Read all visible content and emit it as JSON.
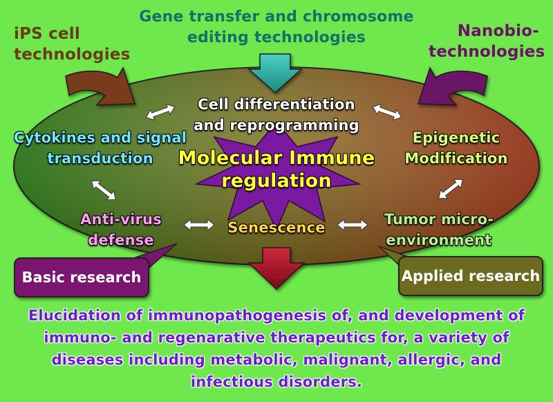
{
  "top_sources": {
    "gene_transfer": {
      "line1": "Gene transfer and chromosome",
      "line2": "editing technologies",
      "color": "#1a6e6a"
    },
    "ips": {
      "line1": "iPS cell",
      "line2": "technologies",
      "color": "#6b3a1a"
    },
    "nanobio": {
      "line1": "Nanobio-",
      "line2": "technologies",
      "color": "#6a1266"
    }
  },
  "ellipse_topics": {
    "cell_differentiation": {
      "line1": "Cell differentiation",
      "line2": "and reprogramming",
      "color": "#ffffff"
    },
    "cytokines": {
      "line1": "Cytokines and signal",
      "line2": "transduction",
      "color": "#6ce8ff"
    },
    "epigenetic": {
      "line1": "Epigenetic",
      "line2": "Modification",
      "color": "#d8ff7a"
    },
    "anti_virus": {
      "line1": "Anti-virus",
      "line2": "defense",
      "color": "#ff9cf0"
    },
    "senescence": {
      "label": "Senescence",
      "color": "#ffd84a"
    },
    "tumor": {
      "line1": "Tumor micro-",
      "line2": "environment",
      "color": "#b6f08c"
    }
  },
  "center": {
    "line1": "Molecular Immune",
    "line2": "regulation",
    "color": "#ffff3a",
    "star_color": "#7a1aa0"
  },
  "callouts": {
    "basic": {
      "label": "Basic research",
      "color": "#7a1570"
    },
    "applied": {
      "label": "Applied research",
      "color": "#6b6a1e"
    }
  },
  "conclusion": {
    "line1": "Elucidation of immunopathogenesis of, and development of",
    "line2": "immuno- and regenarative therapeutics for, a variety of",
    "line3": "diseases including metabolic, malignant, allergic, and",
    "line4": "infectious  disorders.",
    "color": "#6a1ecc"
  },
  "colors": {
    "background": "#6ee84c",
    "ellipse_left": "#2f8a1e",
    "ellipse_right": "#b23a1e",
    "arrow_teal": "#2aa39a",
    "arrow_brown": "#7a3a1a",
    "arrow_purple": "#6a1266",
    "arrow_red": "#a0102a"
  }
}
